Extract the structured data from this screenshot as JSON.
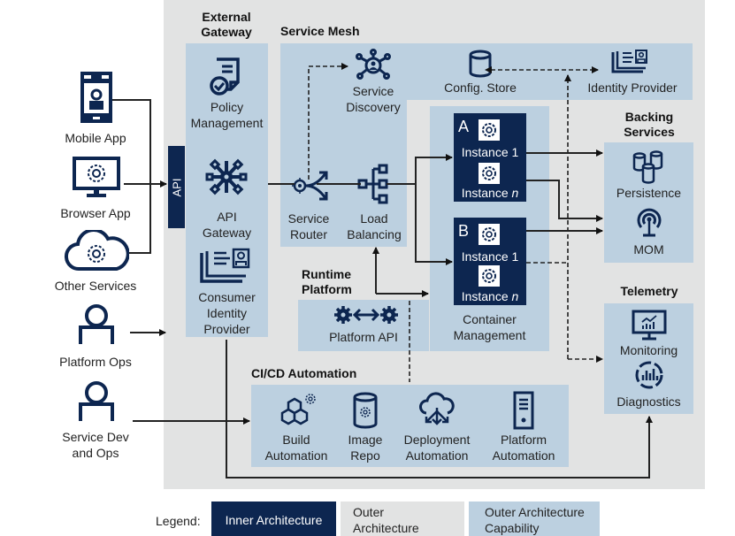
{
  "clients": [
    {
      "label": "Mobile App",
      "icon": "mobile-phone-icon"
    },
    {
      "label": "Browser App",
      "icon": "monitor-gear-icon"
    },
    {
      "label": "Other Services",
      "icon": "cloud-gear-icon"
    },
    {
      "label": "Platform Ops",
      "icon": "person-icon"
    },
    {
      "label": "Service Dev and Ops",
      "label_lines": [
        "Service Dev",
        "and Ops"
      ],
      "icon": "person-icon"
    }
  ],
  "external_gateway": {
    "title_lines": [
      "External",
      "Gateway"
    ],
    "api_tab": "API",
    "items": [
      {
        "label_lines": [
          "Policy",
          "Management"
        ],
        "icon": "policy-document-icon"
      },
      {
        "label_lines": [
          "API",
          "Gateway"
        ],
        "icon": "api-gateway-hub-icon"
      },
      {
        "label_lines": [
          "Consumer",
          "Identity",
          "Provider"
        ],
        "icon": "identity-card-icon"
      }
    ]
  },
  "service_mesh": {
    "title": "Service Mesh",
    "items": [
      {
        "label_lines": [
          "Service",
          "Discovery"
        ],
        "icon": "service-discovery-icon"
      },
      {
        "label": "Config. Store",
        "icon": "database-icon"
      },
      {
        "label": "Identity Provider",
        "icon": "identity-card-icon"
      },
      {
        "label_lines": [
          "Service",
          "Router"
        ],
        "icon": "router-icon"
      },
      {
        "label_lines": [
          "Load",
          "Balancing"
        ],
        "icon": "load-balancer-icon"
      }
    ]
  },
  "container_management": {
    "label_lines": [
      "Container",
      "Management"
    ],
    "services": [
      {
        "name": "A",
        "instances": [
          "Instance 1",
          "Instance n"
        ]
      },
      {
        "name": "B",
        "instances": [
          "Instance 1",
          "Instance n"
        ]
      }
    ],
    "instance_prefix": "Instance ",
    "instance_1_suffix": "1",
    "instance_n_suffix": "n"
  },
  "backing_services": {
    "title_lines": [
      "Backing",
      "Services"
    ],
    "items": [
      {
        "label": "Persistence",
        "icon": "databases-icon"
      },
      {
        "label": "MOM",
        "icon": "broadcast-antenna-icon"
      }
    ]
  },
  "runtime_platform": {
    "title_lines": [
      "Runtime",
      "Platform"
    ],
    "items": [
      {
        "label": "Platform API",
        "icon": "gears-exchange-icon"
      }
    ]
  },
  "telemetry": {
    "title": "Telemetry",
    "items": [
      {
        "label": "Monitoring",
        "icon": "monitor-chart-icon"
      },
      {
        "label": "Diagnostics",
        "icon": "diagnostics-chart-icon"
      }
    ]
  },
  "cicd": {
    "title": "CI/CD Automation",
    "items": [
      {
        "label_lines": [
          "Build",
          "Automation"
        ],
        "icon": "cubes-gear-icon"
      },
      {
        "label_lines": [
          "Image",
          "Repo"
        ],
        "icon": "repo-gear-icon"
      },
      {
        "label_lines": [
          "Deployment",
          "Automation"
        ],
        "icon": "cloud-deploy-icon"
      },
      {
        "label_lines": [
          "Platform",
          "Automation"
        ],
        "icon": "server-icon"
      }
    ]
  },
  "legend": {
    "label": "Legend:",
    "items": [
      {
        "label": "Inner Architecture",
        "color": "#0d2650"
      },
      {
        "label_lines": [
          "Outer",
          "Architecture"
        ],
        "color": "#e2e3e3"
      },
      {
        "label_lines": [
          "Outer Architecture",
          "Capability"
        ],
        "color": "#bcd0e0"
      }
    ]
  },
  "colors": {
    "inner": "#0d2650",
    "outer": "#e2e3e3",
    "capability": "#bcd0e0",
    "icon": "#0d2650",
    "arrow": "#111111"
  }
}
